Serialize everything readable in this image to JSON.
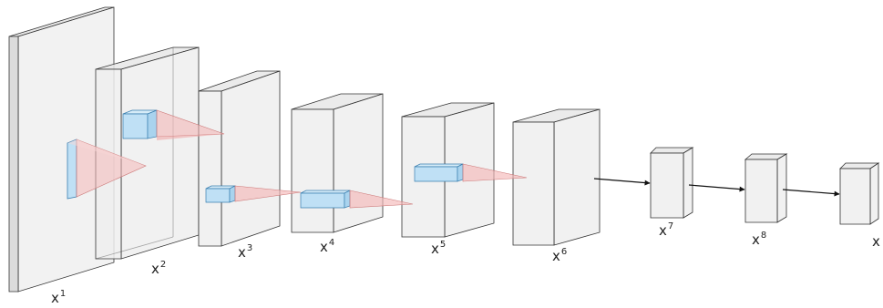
{
  "layers": [
    {
      "id": "l1",
      "base": "x",
      "sup": "1"
    },
    {
      "id": "l2",
      "base": "x",
      "sup": "2"
    },
    {
      "id": "l3",
      "base": "x",
      "sup": "3"
    },
    {
      "id": "l4",
      "base": "x",
      "sup": "4"
    },
    {
      "id": "l5",
      "base": "x",
      "sup": "5"
    },
    {
      "id": "l6",
      "base": "x",
      "sup": "6"
    },
    {
      "id": "l7",
      "base": "x",
      "sup": "7"
    },
    {
      "id": "l8",
      "base": "x",
      "sup": "8"
    },
    {
      "id": "l9",
      "base": "x",
      "sup": ""
    }
  ],
  "colors": {
    "box_fill": "#efefef",
    "box_stroke": "#333333",
    "kernel_fill": "#bfe0f5",
    "kernel_stroke": "#3a7fb0",
    "cone_fill": "#f4b8b8",
    "arrow": "#111111"
  }
}
